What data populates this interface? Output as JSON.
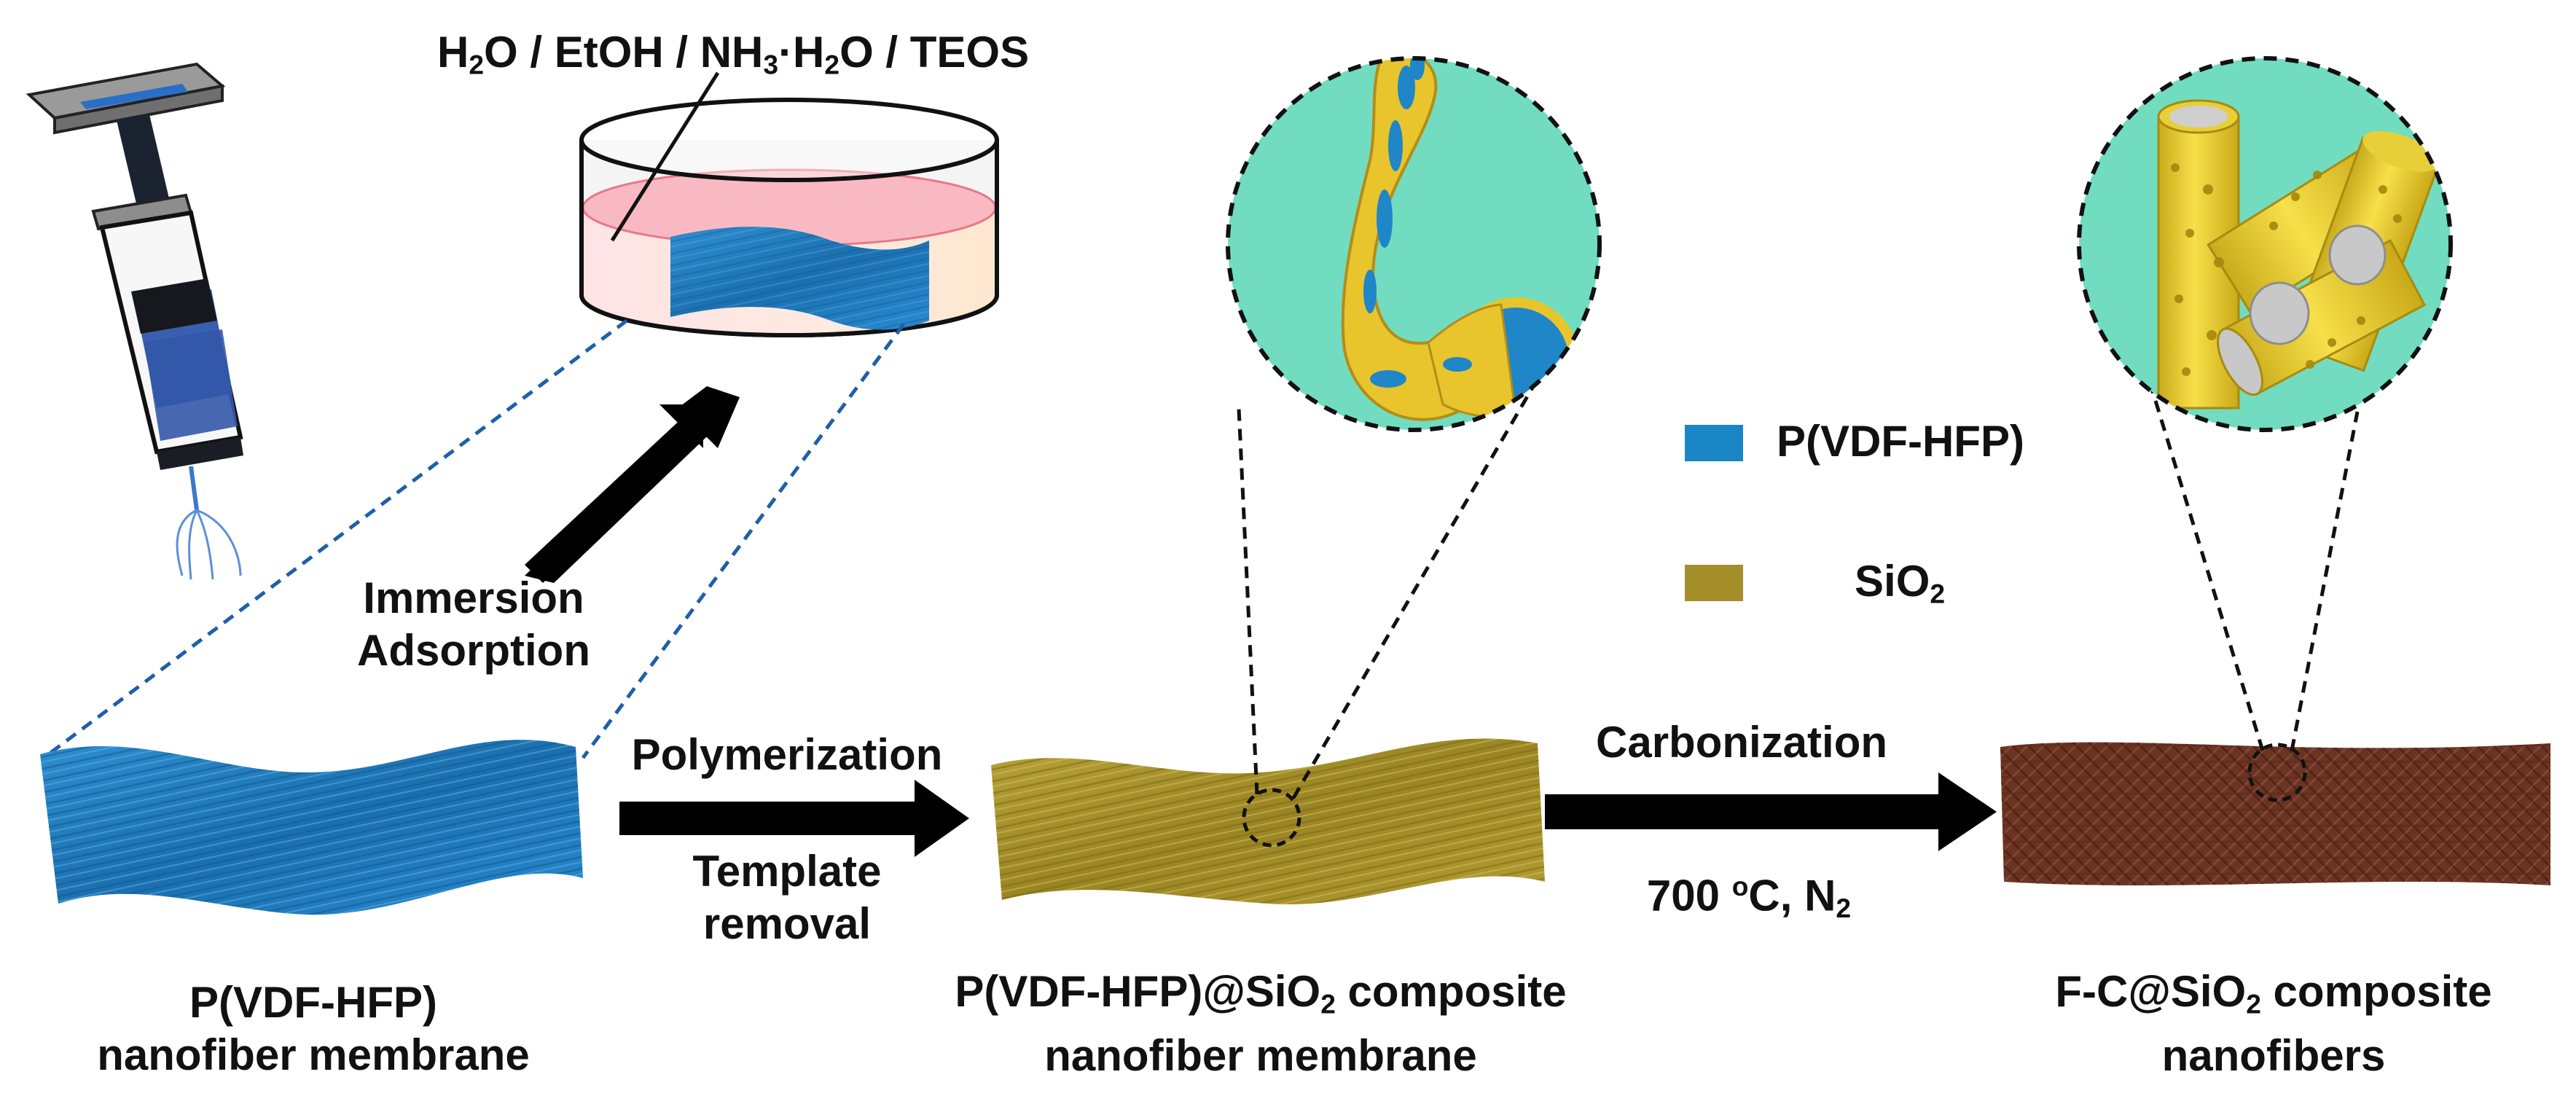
{
  "colors": {
    "pvdf_blue": "#1f7fc1",
    "sio2_olive": "#a58f2a",
    "carbon_brown": "#6b3422",
    "zoom_bg": "#72dcc0",
    "fiber_yellow": "#f2d53a",
    "arrow_black": "#000000"
  },
  "solution": {
    "p1": "H",
    "s1": "2",
    "p2": "O / EtOH / NH",
    "s2": "3",
    "p3": "·H",
    "s3": "2",
    "p4": "O / TEOS"
  },
  "immersion": {
    "line1": "Immersion",
    "line2": "Adsorption"
  },
  "step1": {
    "top": "Polymerization",
    "bottom1": "Template",
    "bottom2": "removal"
  },
  "step2": {
    "top": "Carbonization",
    "temp": "700 ",
    "deg": "o",
    "unit": "C, N",
    "n_sub": "2"
  },
  "legend": {
    "pvdf_label": "P(VDF-HFP)",
    "sio2_prefix": "SiO",
    "sio2_sub": "2"
  },
  "membranes": {
    "m1_line1": "P(VDF-HFP)",
    "m1_line2": "nanofiber membrane",
    "m2_line1a": "P(VDF-HFP)@SiO",
    "m2_sub": "2",
    "m2_line1b": " composite",
    "m2_line2": "nanofiber membrane",
    "m3_line1a": "F-C@SiO",
    "m3_sub": "2",
    "m3_line1b": " composite",
    "m3_line2": "nanofibers"
  }
}
